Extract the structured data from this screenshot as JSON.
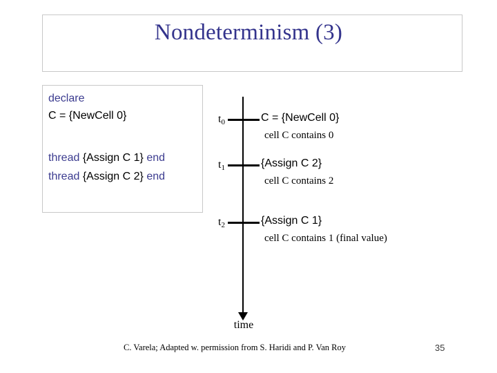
{
  "slide": {
    "title": "Nondeterminism (3)",
    "title_color": "#33338c",
    "page_number": "35",
    "footer_credit": "C. Varela;  Adapted w. permission from S. Haridi and P. Van Roy"
  },
  "code_box": {
    "keyword_color": "#3b3b8f",
    "lines": [
      {
        "keyword_prefix": "declare",
        "body": "",
        "keyword_suffix": ""
      },
      {
        "keyword_prefix": "",
        "body": "C = {NewCell 0}",
        "keyword_suffix": ""
      },
      {
        "keyword_prefix": "thread",
        "body": " {Assign C 1} ",
        "keyword_suffix": "end"
      },
      {
        "keyword_prefix": "thread",
        "body": " {Assign C 2} ",
        "keyword_suffix": "end"
      }
    ]
  },
  "timeline": {
    "axis_label": "time",
    "events": [
      {
        "tick_base": "t",
        "tick_sub": "0",
        "title": "C = {NewCell 0}",
        "description": "cell C contains 0"
      },
      {
        "tick_base": "t",
        "tick_sub": "1",
        "title": "{Assign C 2}",
        "description": "cell C contains 2"
      },
      {
        "tick_base": "t",
        "tick_sub": "2",
        "title": "{Assign C 1}",
        "description": "cell C contains 1 (final value)"
      }
    ]
  }
}
